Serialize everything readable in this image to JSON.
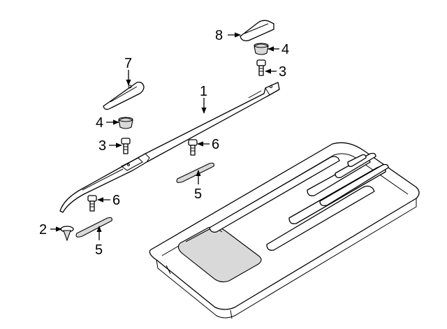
{
  "callouts": {
    "c1": "1",
    "c2": "2",
    "c3a": "3",
    "c3b": "3",
    "c4a": "4",
    "c4b": "4",
    "c5a": "5",
    "c5b": "5",
    "c6a": "6",
    "c6b": "6",
    "c7": "7",
    "c8": "8"
  }
}
